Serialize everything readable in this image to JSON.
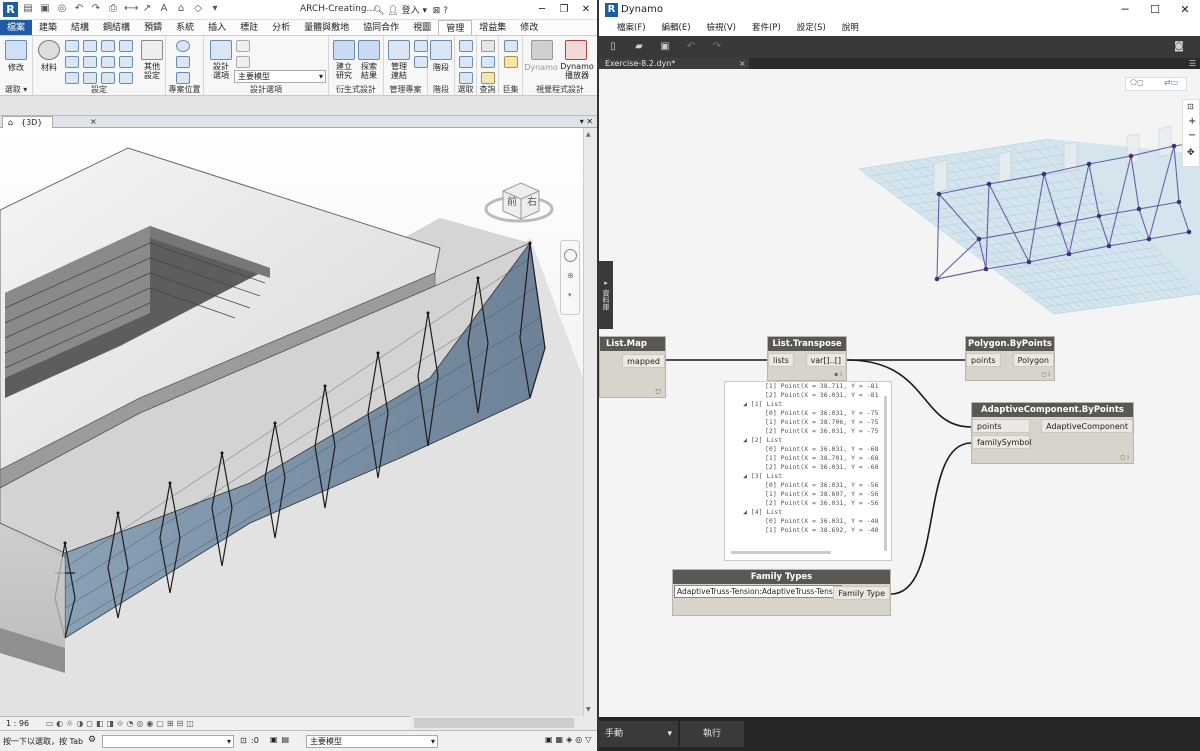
{
  "revit": {
    "doc_title": "ARCH-Creating...",
    "sign_in": "登入",
    "help": "?",
    "tabs": [
      "檔案",
      "建築",
      "結構",
      "鋼結構",
      "預鑄",
      "系統",
      "插入",
      "標註",
      "分析",
      "量體與敷地",
      "協同合作",
      "視圖",
      "管理",
      "增益集",
      "修改"
    ],
    "active_tab": "管理",
    "ribbon": {
      "modify_label": "修改",
      "materials_label": "材料",
      "other_settings_label": "其他\n設定",
      "design_options_label": "設計\n選項",
      "main_model": "主要模型",
      "create_study": "建立\n研究",
      "explore_results": "探索\n結果",
      "manage_links": "管理\n連結",
      "phases": "階段",
      "dynamo_label": "Dynamo",
      "dynamo_player_label": "Dynamo\n播放器",
      "panels": {
        "select": "選取 ▾",
        "settings": "設定",
        "project_location": "專案位置",
        "design_options": "設計選項",
        "generative_design": "衍生式設計",
        "manage_project": "管理專案",
        "phasing": "階段",
        "selection": "選取",
        "inquiry": "查詢",
        "macros": "巨集",
        "visual_programming": "視覺程式設計"
      }
    },
    "view_tab_label": "{3D}",
    "view_tab_close": "×",
    "view_cube_face": "前",
    "view_cube_face2": "右",
    "scale": "1 : 96",
    "status_text": "按一下以選取，按 Tab",
    "status_main_model": "主要模型",
    "status_zero": ":0"
  },
  "dynamo": {
    "title": "Dynamo",
    "menu": [
      "檔案(F)",
      "編輯(E)",
      "檢視(V)",
      "套件(P)",
      "設定(S)",
      "說明"
    ],
    "tab_name": "Exercise-8.2.dyn*",
    "tab_close": "×",
    "library_label": "資料庫",
    "nodes": {
      "list_map": {
        "title": "List.Map",
        "out": "mapped"
      },
      "list_transpose": {
        "title": "List.Transpose",
        "in": "lists",
        "out": "var[]..[]"
      },
      "polygon": {
        "title": "Polygon.ByPoints",
        "in": "points",
        "out": "Polygon"
      },
      "adaptive": {
        "title": "AdaptiveComponent.ByPoints",
        "in1": "points",
        "in2": "familySymbol",
        "out": "AdaptiveComponent"
      },
      "family_types": {
        "title": "Family Types",
        "value": "AdaptiveTruss-Tension:AdaptiveTruss-Tension",
        "out": "Family Type"
      }
    },
    "preview_lines": [
      "[1] Point(X = 38.711, Y = -81",
      "[2] Point(X = 36.031, Y = -81",
      "◢ [1] List",
      "[0] Point(X = 36.031, Y = -75",
      "[1] Point(X = 38.706, Y = -75",
      "[2] Point(X = 36.031, Y = -75",
      "◢ [2] List",
      "[0] Point(X = 36.031, Y = -68",
      "[1] Point(X = 38.701, Y = -68",
      "[2] Point(X = 36.031, Y = -68",
      "◢ [3] List",
      "[0] Point(X = 36.031, Y = -56",
      "[1] Point(X = 38.697, Y = -56",
      "[2] Point(X = 36.031, Y = -56",
      "◢ [4] List",
      "[0] Point(X = 36.031, Y = -48",
      "[1] Point(X = 38.692, Y = -48"
    ],
    "run_mode": "手動",
    "run_button": "執行"
  }
}
